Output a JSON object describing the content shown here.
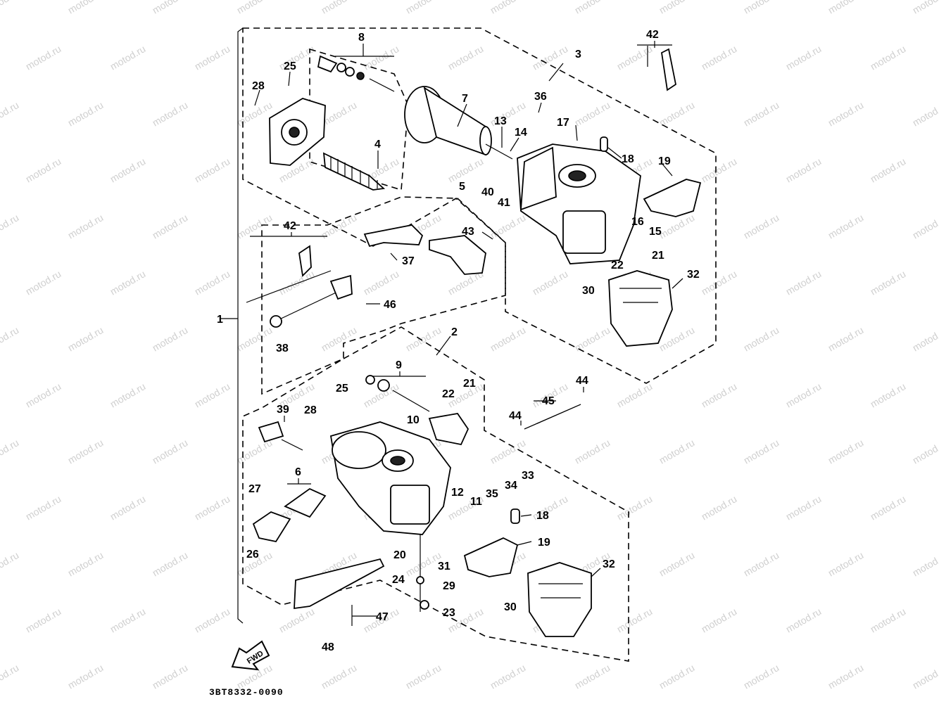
{
  "watermark": {
    "text": "motod.ru"
  },
  "diagram": {
    "part_code": "3BT8332-0090",
    "fwd_label": "FWD",
    "callouts": {
      "c1": "1",
      "c2": "2",
      "c3": "3",
      "c4": "4",
      "c5": "5",
      "c6": "6",
      "c7": "7",
      "c8": "8",
      "c9": "9",
      "c10": "10",
      "c11": "11",
      "c12": "12",
      "c13": "13",
      "c14": "14",
      "c15": "15",
      "c16": "16",
      "c17": "17",
      "c18a": "18",
      "c18b": "18",
      "c19a": "19",
      "c19b": "19",
      "c20": "20",
      "c21a": "21",
      "c21b": "21",
      "c22a": "22",
      "c22b": "22",
      "c23": "23",
      "c24": "24",
      "c25a": "25",
      "c25b": "25",
      "c26": "26",
      "c27": "27",
      "c28a": "28",
      "c28b": "28",
      "c29": "29",
      "c30a": "30",
      "c30b": "30",
      "c31": "31",
      "c32a": "32",
      "c32b": "32",
      "c33": "33",
      "c34": "34",
      "c35": "35",
      "c36": "36",
      "c37": "37",
      "c38": "38",
      "c39": "39",
      "c40": "40",
      "c41": "41",
      "c42a": "42",
      "c42b": "42",
      "c43": "43",
      "c44a": "44",
      "c44b": "44",
      "c45": "45",
      "c46": "46",
      "c47": "47",
      "c48": "48"
    }
  }
}
